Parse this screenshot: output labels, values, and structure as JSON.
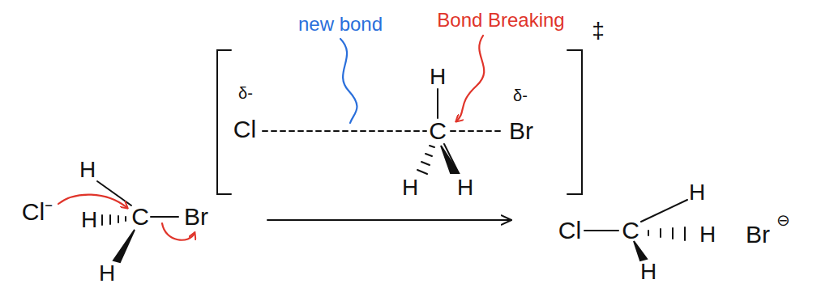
{
  "diagram": {
    "labels": [
      "new bond",
      "Bond Breaking",
      "‡",
      "δ-",
      "Cl",
      "H",
      "C",
      "δ-",
      "Br",
      "H",
      "H",
      "Cl⁻",
      "H",
      "H",
      "C",
      "Br",
      "H",
      "Cl",
      "C",
      "H",
      "H",
      "H",
      "Br",
      "⊖"
    ]
  }
}
